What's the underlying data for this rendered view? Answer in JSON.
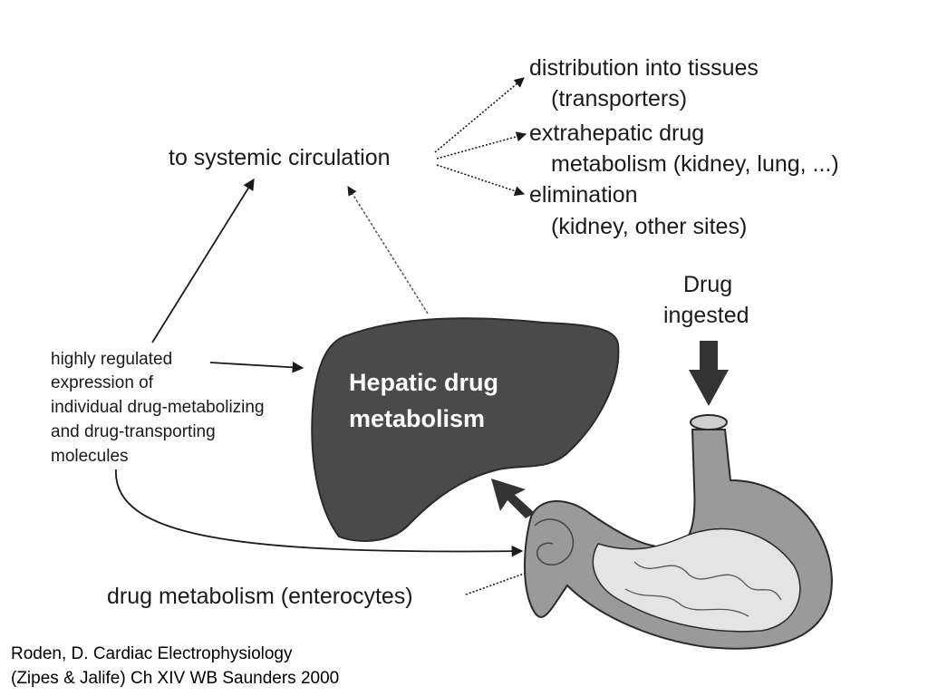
{
  "diagram": {
    "circulation_label": "to systemic circulation",
    "destinations": [
      "distribution into tissues",
      "(transporters)",
      "extrahepatic drug",
      "metabolism (kidney, lung, ...)",
      "elimination",
      "(kidney, other sites)"
    ],
    "drug_label": [
      "Drug",
      "ingested"
    ],
    "regulation_label": [
      "highly regulated",
      "expression of",
      "individual drug-metabolizing",
      "and drug-transporting",
      "molecules"
    ],
    "liver_label": [
      "Hepatic drug",
      "metabolism"
    ],
    "enterocyte_label": "drug metabolism (enterocytes)"
  },
  "citation": {
    "line1": "Roden, D.  Cardiac Electrophysiology",
    "line2": "(Zipes & Jalife) Ch XIV WB Saunders 2000"
  },
  "colors": {
    "ink": "#1a1a1a",
    "liver": "#4a4a4a",
    "stomach_fill": "#9a9a9a",
    "stomach_inner": "#e4e4e4"
  }
}
